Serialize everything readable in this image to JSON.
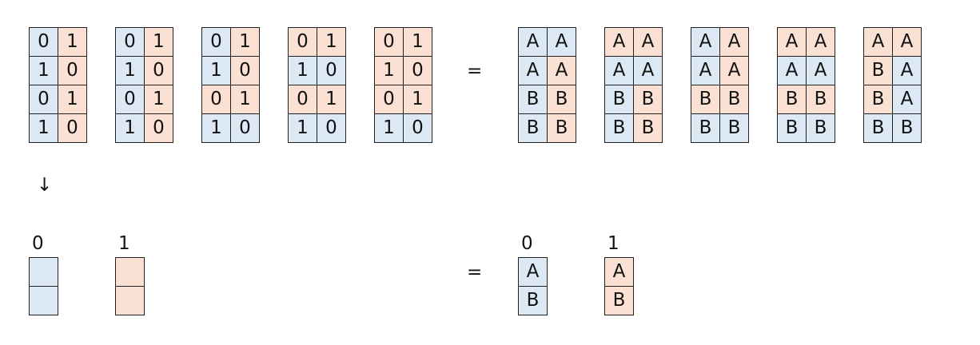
{
  "colors": {
    "blue": "#dce9f5",
    "orange": "#fbe1d3",
    "border": "#222222"
  },
  "equals": "=",
  "arrow": "↓",
  "top_left_grids": [
    {
      "cells": [
        [
          "0",
          "1"
        ],
        [
          "1",
          "0"
        ],
        [
          "0",
          "1"
        ],
        [
          "1",
          "0"
        ]
      ],
      "colors": [
        [
          "blue",
          "orange"
        ],
        [
          "blue",
          "orange"
        ],
        [
          "blue",
          "orange"
        ],
        [
          "blue",
          "orange"
        ]
      ]
    },
    {
      "cells": [
        [
          "0",
          "1"
        ],
        [
          "1",
          "0"
        ],
        [
          "0",
          "1"
        ],
        [
          "1",
          "0"
        ]
      ],
      "colors": [
        [
          "blue",
          "orange"
        ],
        [
          "blue",
          "orange"
        ],
        [
          "blue",
          "orange"
        ],
        [
          "blue",
          "orange"
        ]
      ]
    },
    {
      "cells": [
        [
          "0",
          "1"
        ],
        [
          "1",
          "0"
        ],
        [
          "0",
          "1"
        ],
        [
          "1",
          "0"
        ]
      ],
      "colors": [
        [
          "blue",
          "orange"
        ],
        [
          "blue",
          "orange"
        ],
        [
          "orange",
          "orange"
        ],
        [
          "blue",
          "blue"
        ]
      ]
    },
    {
      "cells": [
        [
          "0",
          "1"
        ],
        [
          "1",
          "0"
        ],
        [
          "0",
          "1"
        ],
        [
          "1",
          "0"
        ]
      ],
      "colors": [
        [
          "orange",
          "orange"
        ],
        [
          "blue",
          "blue"
        ],
        [
          "orange",
          "orange"
        ],
        [
          "blue",
          "blue"
        ]
      ]
    },
    {
      "cells": [
        [
          "0",
          "1"
        ],
        [
          "1",
          "0"
        ],
        [
          "0",
          "1"
        ],
        [
          "1",
          "0"
        ]
      ],
      "colors": [
        [
          "orange",
          "orange"
        ],
        [
          "orange",
          "orange"
        ],
        [
          "orange",
          "orange"
        ],
        [
          "blue",
          "blue"
        ]
      ]
    }
  ],
  "top_right_grids": [
    {
      "cells": [
        [
          "A",
          "A"
        ],
        [
          "A",
          "A"
        ],
        [
          "B",
          "B"
        ],
        [
          "B",
          "B"
        ]
      ],
      "colors": [
        [
          "blue",
          "blue"
        ],
        [
          "blue",
          "orange"
        ],
        [
          "blue",
          "orange"
        ],
        [
          "blue",
          "orange"
        ]
      ]
    },
    {
      "cells": [
        [
          "A",
          "A"
        ],
        [
          "A",
          "A"
        ],
        [
          "B",
          "B"
        ],
        [
          "B",
          "B"
        ]
      ],
      "colors": [
        [
          "orange",
          "orange"
        ],
        [
          "blue",
          "blue"
        ],
        [
          "blue",
          "orange"
        ],
        [
          "blue",
          "orange"
        ]
      ]
    },
    {
      "cells": [
        [
          "A",
          "A"
        ],
        [
          "A",
          "A"
        ],
        [
          "B",
          "B"
        ],
        [
          "B",
          "B"
        ]
      ],
      "colors": [
        [
          "blue",
          "orange"
        ],
        [
          "blue",
          "orange"
        ],
        [
          "orange",
          "orange"
        ],
        [
          "blue",
          "blue"
        ]
      ]
    },
    {
      "cells": [
        [
          "A",
          "A"
        ],
        [
          "A",
          "A"
        ],
        [
          "B",
          "B"
        ],
        [
          "B",
          "B"
        ]
      ],
      "colors": [
        [
          "orange",
          "orange"
        ],
        [
          "blue",
          "blue"
        ],
        [
          "orange",
          "orange"
        ],
        [
          "blue",
          "blue"
        ]
      ]
    },
    {
      "cells": [
        [
          "A",
          "A"
        ],
        [
          "B",
          "A"
        ],
        [
          "B",
          "A"
        ],
        [
          "B",
          "B"
        ]
      ],
      "colors": [
        [
          "orange",
          "orange"
        ],
        [
          "orange",
          "blue"
        ],
        [
          "orange",
          "blue"
        ],
        [
          "blue",
          "blue"
        ]
      ]
    }
  ],
  "bottom_left": [
    {
      "label": "0",
      "cells": [
        "",
        ""
      ],
      "color": "blue"
    },
    {
      "label": "1",
      "cells": [
        "",
        ""
      ],
      "color": "orange"
    }
  ],
  "bottom_right": [
    {
      "label": "0",
      "cells": [
        "A",
        "B"
      ],
      "color": "blue"
    },
    {
      "label": "1",
      "cells": [
        "A",
        "B"
      ],
      "color": "orange"
    }
  ]
}
